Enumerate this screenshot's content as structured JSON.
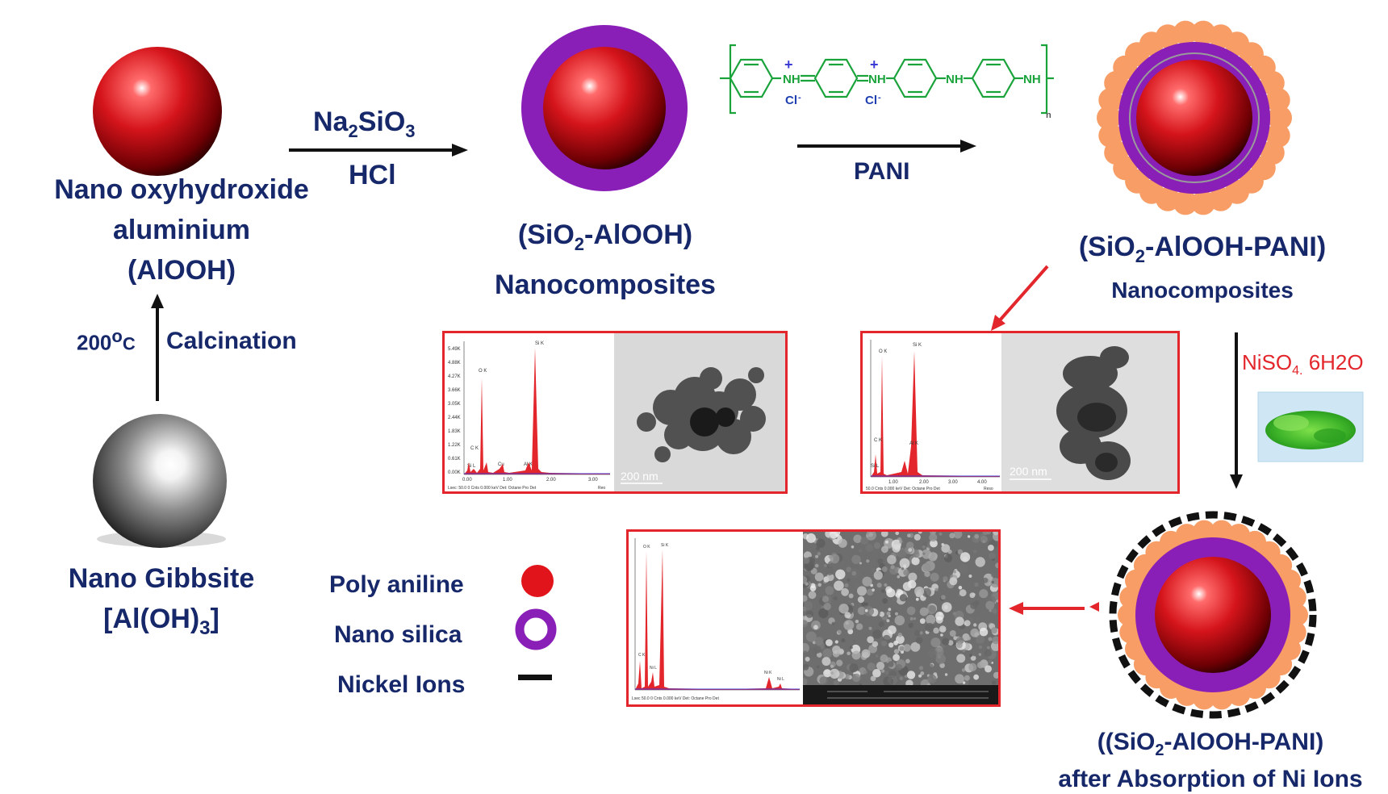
{
  "gibbsite": {
    "line1": "Nano Gibbsite",
    "formula_prefix": "[Al(OH)",
    "formula_sub": "3",
    "formula_suffix": "]"
  },
  "step_calcination": {
    "temp_value": "200",
    "temp_sup": "o",
    "temp_unit": "C",
    "label": "Calcination"
  },
  "alooh": {
    "line1": "Nano oxyhydroxide",
    "line2": "aluminium",
    "line3": "(AlOOH)"
  },
  "step_silica": {
    "reagent1_prefix": "Na",
    "reagent1_sub1": "2",
    "reagent1_mid": "SiO",
    "reagent1_sub2": "3",
    "reagent2": "HCl"
  },
  "sio2_alooh": {
    "line1_prefix": "(SiO",
    "line1_sub": "2",
    "line1_suffix": "-AlOOH)",
    "line2": "Nanocomposites"
  },
  "step_pani": {
    "label": "PANI",
    "structure_labels": {
      "nh": "NH",
      "plus": "+",
      "cl": "Cl",
      "minus": "-",
      "n": "n"
    }
  },
  "sio2_alooh_pani": {
    "line1_prefix": "(SiO",
    "line1_sub": "2",
    "line1_suffix": "-AlOOH-PANI)",
    "line2": "Nanocomposites"
  },
  "step_nickel": {
    "reagent_prefix": "NiSO",
    "reagent_sub": "4.",
    "reagent_suffix": " 6H2O"
  },
  "final": {
    "line1_prefix": "((SiO",
    "line1_sub": "2",
    "line1_suffix": "-AlOOH-PANI)",
    "line2": "after Absorption of Ni Ions"
  },
  "legend": [
    {
      "label": "Poly aniline",
      "icon": "red-dot-icon"
    },
    {
      "label": "Nano silica",
      "icon": "purple-ring-icon"
    },
    {
      "label": "Nickel Ions",
      "icon": "black-dash-icon"
    }
  ],
  "edx_panel_1": {
    "y_ticks": [
      "5.49K",
      "4.88K",
      "4.27K",
      "3.66K",
      "3.05K",
      "2.44K",
      "1.83K",
      "1.22K",
      "0.61K",
      "0.00K"
    ],
    "x_ticks": [
      "0.00",
      "1.00",
      "2.00",
      "3.00"
    ],
    "peaks": [
      "O K",
      "Si K",
      "C K",
      "Si L",
      "Cu",
      "Al K"
    ],
    "footer": "Lsec: 50.0 0 Cnts 0.000 keV Det: Octane Pro Det",
    "footer_right": "Reo",
    "scale": "200 nm"
  },
  "edx_panel_2": {
    "x_ticks": [
      "1.00",
      "2.00",
      "3.00",
      "4.00"
    ],
    "peaks": [
      "O K",
      "Si K",
      "C K",
      "Al K",
      "Si L"
    ],
    "footer": "50.0 Cnts 0.000 keV Det: Octane Pro Det",
    "footer_right": "Reso",
    "scale": "200 nm"
  },
  "edx_panel_3": {
    "peaks": [
      "O K",
      "Si K",
      "Ni K",
      "C K",
      "Ni L",
      "Ni L"
    ],
    "footer": "Lsec 50.0 0 Cnts 0.000 keV Det: Octane Pro Det"
  },
  "colors": {
    "label_navy": "#16286a",
    "arrow_red": "#e3262b",
    "silica_purple": "#8a1fb8",
    "pani_orange": "#f79d65",
    "core_red": "#c9141a",
    "edx_red": "#e3262b",
    "nickel_red_text": "#e3262b"
  }
}
